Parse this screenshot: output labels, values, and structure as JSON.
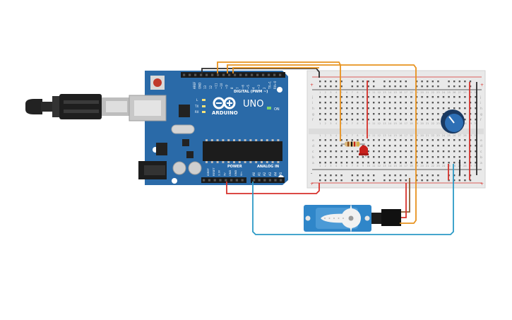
{
  "arduino": {
    "logo_text": "ARDUINO",
    "model": "UNO",
    "on_label": "ON",
    "digital_label": "DIGITAL (PWM ~)",
    "power_label": "POWER",
    "analog_label": "ANALOG IN",
    "top_pins": [
      "AREF",
      "GND",
      "13",
      "12",
      "~11",
      "~10",
      "~9",
      "8",
      "7",
      "~6",
      "~5",
      "4",
      "~3",
      "2",
      "TX→1",
      "RX←0"
    ],
    "power_pins": [
      "IOREF",
      "RESET",
      "3.3V",
      "5V",
      "GND",
      "GND",
      "Vin"
    ],
    "analog_pins": [
      "A0",
      "A1",
      "A2",
      "A3",
      "A4",
      "A5"
    ],
    "led_labels": [
      "L",
      "TX",
      "RX"
    ]
  },
  "breadboard": {
    "row_letters_top": [
      "j",
      "i",
      "h",
      "g",
      "f"
    ],
    "row_letters_bottom": [
      "e",
      "d",
      "c",
      "b",
      "a"
    ],
    "plus": "+",
    "minus": "-",
    "column_count": 30
  },
  "colors": {
    "board": "#2a6aa8",
    "wire_orange": "#e8921e",
    "wire_red": "#d6312b",
    "wire_black": "#2b2b2b",
    "wire_blue": "#2b9ac6",
    "breadboard": "#e9e9e9",
    "servo": "#2f86c9",
    "pot": "#2d6fb5",
    "led": "#c8201c"
  },
  "icons": [
    "usb-plug-icon",
    "servo-icon",
    "potentiometer-icon",
    "led-icon",
    "resistor-icon"
  ]
}
